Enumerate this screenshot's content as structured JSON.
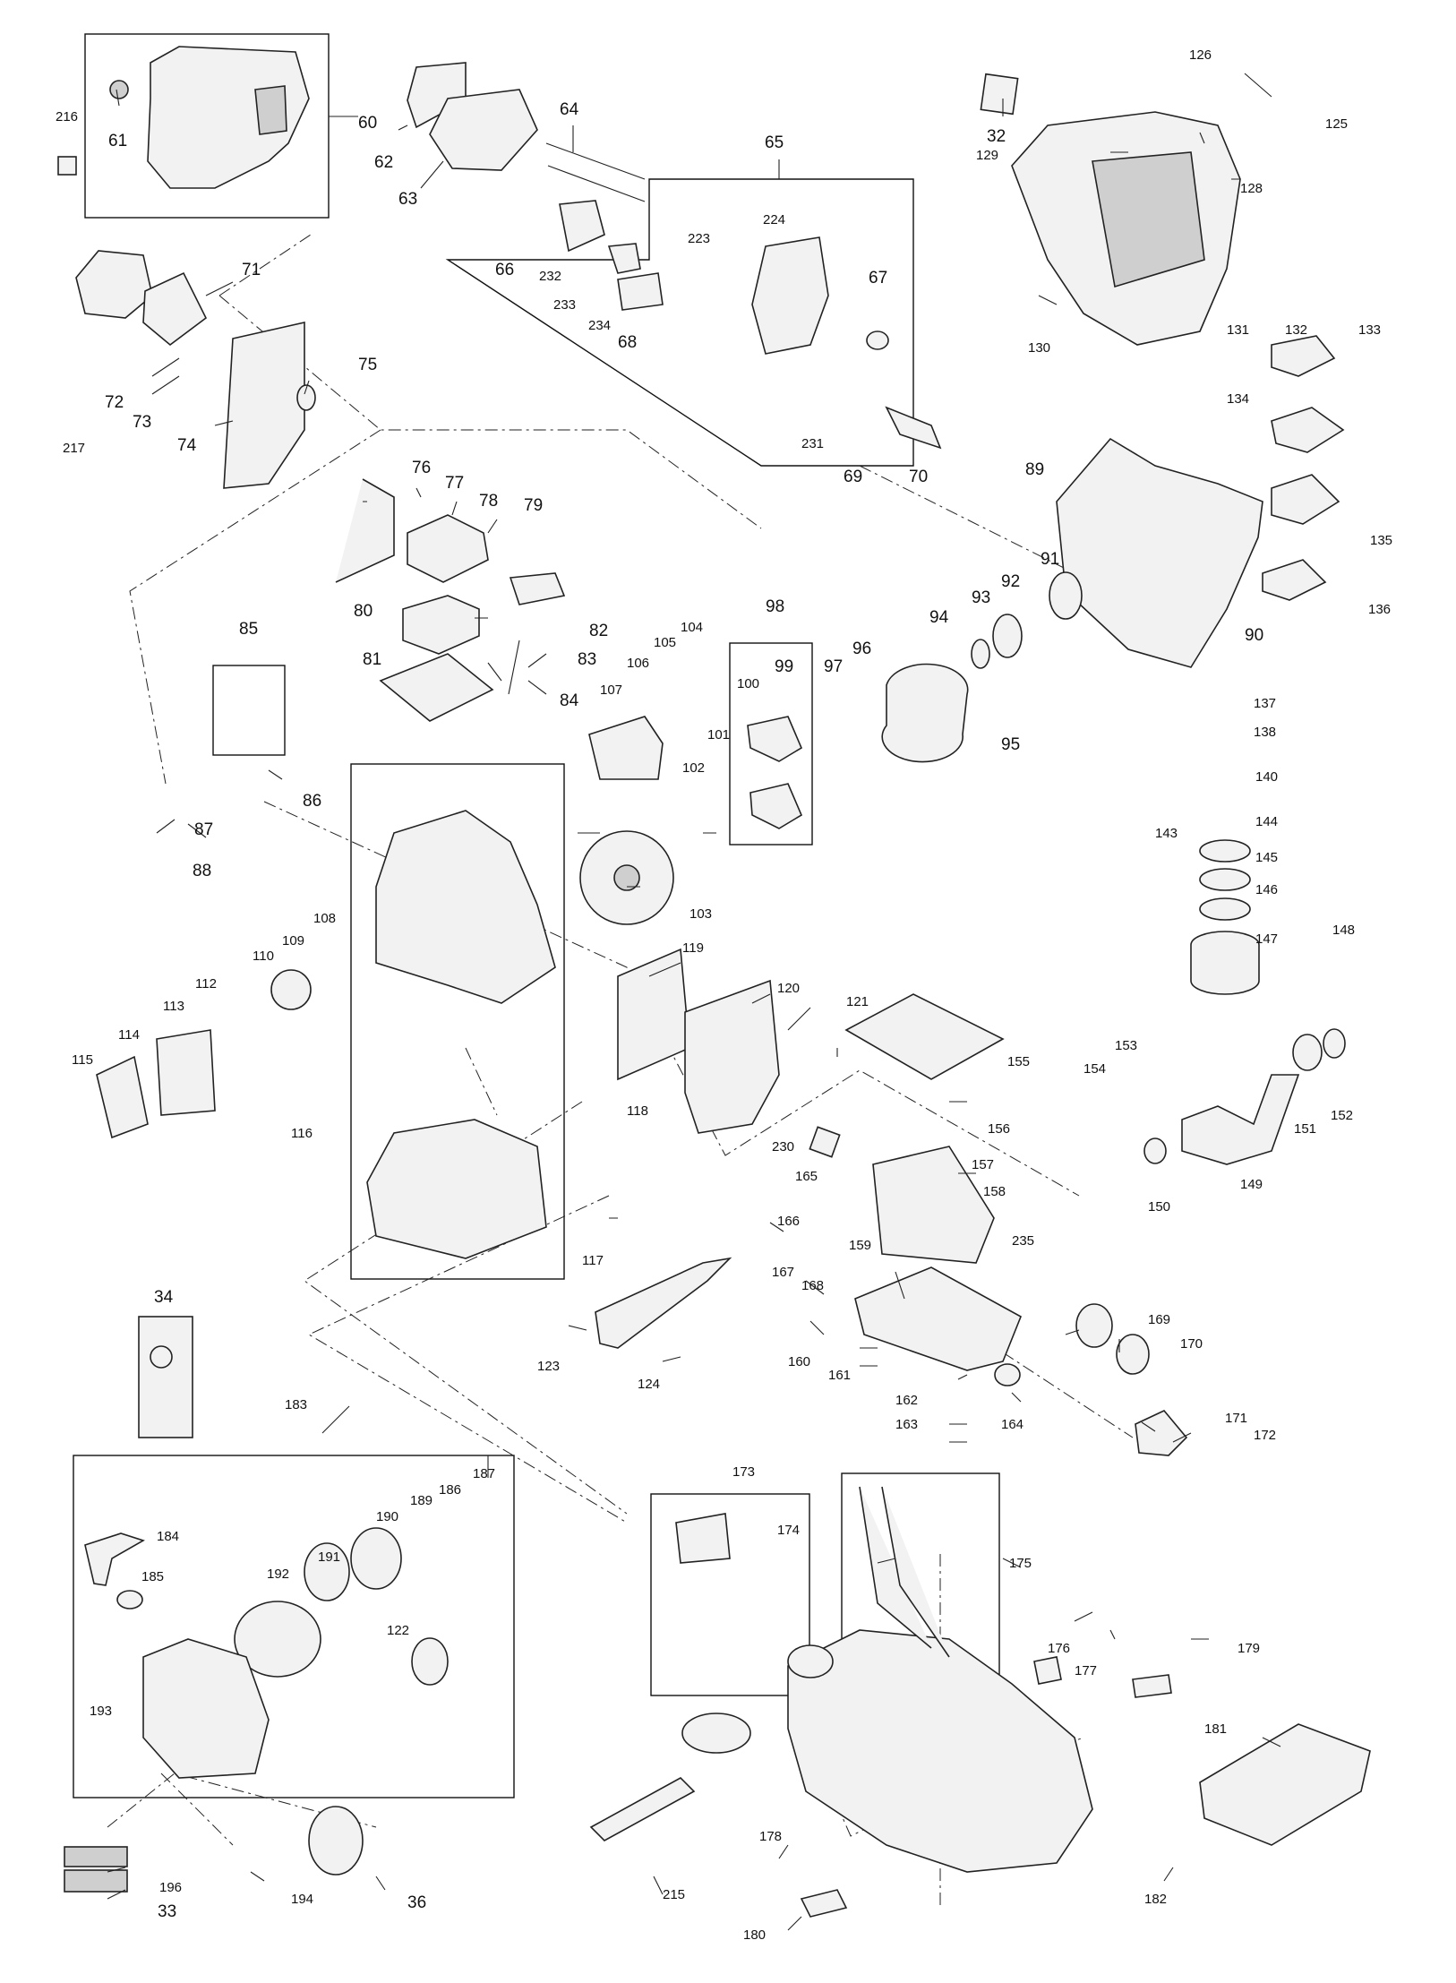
{
  "diagram": {
    "labels": {
      "l216": "216",
      "l61": "61",
      "l60": "60",
      "l62": "62",
      "l63": "63",
      "l64": "64",
      "l65": "65",
      "l32": "32",
      "l126": "126",
      "l125": "125",
      "l129": "129",
      "l128": "128",
      "l223": "223",
      "l224": "224",
      "l66": "66",
      "l232": "232",
      "l67": "67",
      "l233": "233",
      "l234": "234",
      "l68": "68",
      "l130": "130",
      "l131": "131",
      "l132": "132",
      "l133": "133",
      "l71": "71",
      "l72": "72",
      "l73": "73",
      "l74": "74",
      "l75": "75",
      "l217": "217",
      "l231": "231",
      "l69": "69",
      "l70": "70",
      "l134": "134",
      "l89": "89",
      "l76": "76",
      "l77": "77",
      "l78": "78",
      "l79": "79",
      "l135": "135",
      "l136": "136",
      "l91": "91",
      "l92": "92",
      "l93": "93",
      "l94": "94",
      "l90": "90",
      "l80": "80",
      "l82": "82",
      "l81": "81",
      "l83": "83",
      "l84": "84",
      "l85": "85",
      "l98": "98",
      "l104": "104",
      "l105": "105",
      "l106": "106",
      "l107": "107",
      "l99": "99",
      "l100": "100",
      "l97": "97",
      "l96": "96",
      "l95": "95",
      "l137": "137",
      "l138": "138",
      "l140": "140",
      "l143": "143",
      "l144": "144",
      "l145": "145",
      "l146": "146",
      "l101": "101",
      "l102": "102",
      "l103": "103",
      "l86": "86",
      "l87": "87",
      "l88": "88",
      "l108": "108",
      "l109": "109",
      "l110": "110",
      "l112": "112",
      "l113": "113",
      "l114": "114",
      "l115": "115",
      "l147": "147",
      "l148": "148",
      "l119": "119",
      "l120": "120",
      "l121": "121",
      "l153": "153",
      "l154": "154",
      "l151": "151",
      "l152": "152",
      "l155": "155",
      "l156": "156",
      "l118": "118",
      "l230": "230",
      "l157": "157",
      "l158": "158",
      "l149": "149",
      "l150": "150",
      "l116": "116",
      "l165": "165",
      "l166": "166",
      "l159": "159",
      "l235": "235",
      "l117": "117",
      "l167": "167",
      "l168": "168",
      "l34": "34",
      "l123": "123",
      "l124": "124",
      "l160": "160",
      "l161": "161",
      "l169": "169",
      "l170": "170",
      "l162": "162",
      "l163": "163",
      "l164": "164",
      "l183": "183",
      "l171": "171",
      "l172": "172",
      "l173": "173",
      "l187": "187",
      "l186": "186",
      "l189": "189",
      "l190": "190",
      "l184": "184",
      "l191": "191",
      "l192": "192",
      "l174": "174",
      "l175": "175",
      "l185": "185",
      "l122": "122",
      "l193": "193",
      "l176": "176",
      "l177": "177",
      "l179": "179",
      "l181": "181",
      "l178": "178",
      "l215": "215",
      "l196": "196",
      "l33": "33",
      "l194": "194",
      "l36": "36",
      "l182": "182",
      "l180": "180"
    }
  }
}
